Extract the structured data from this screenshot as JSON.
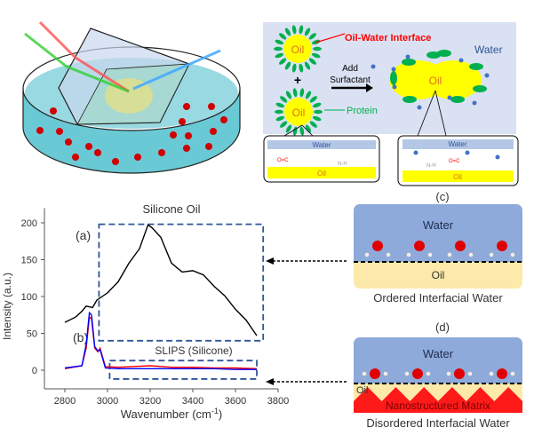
{
  "top_right": {
    "interface_label": "Oil-Water Interface",
    "water_label": "Water",
    "oil_label": "Oil",
    "plus": "+",
    "add_label": "Add",
    "surfactant_label": "Surfactant",
    "protein_label": "Protein",
    "inset_water": "Water",
    "inset_oil": "Oil",
    "nh": "N-H",
    "co": "O=C"
  },
  "panel_c": {
    "label": "(c)",
    "water": "Water",
    "oil": "Oil",
    "caption": "Ordered Interfacial Water"
  },
  "panel_d": {
    "label": "(d)",
    "water": "Water",
    "oil": "Oil",
    "matrix": "Nanostructured Matrix",
    "caption": "Disordered Interfacial Water"
  },
  "colors": {
    "water_bg": "#d9e1f2",
    "water_panel": "#8eaadb",
    "oil_yellow": "#ffff00",
    "oil_beige": "#fde9a9",
    "protein_green": "#00b050",
    "red": "#ff0000",
    "dash_blue": "#2f5597"
  },
  "chart_data": {
    "type": "line",
    "title": "Silicone Oil",
    "annotation_b": "SLIPS (Silicone)",
    "xlabel": "Wavenumber (cm",
    "xlabel_sup": "-1",
    "xlabel_end": ")",
    "ylabel": "Intensity (a.u.)",
    "xlim": [
      2700,
      3800
    ],
    "ylim": [
      -25,
      220
    ],
    "xticks": [
      "2800",
      "3000",
      "3200",
      "3400",
      "3600",
      "3800"
    ],
    "yticks": [
      "0",
      "50",
      "100",
      "150",
      "200"
    ],
    "series": [
      {
        "name": "(a)",
        "color": "#000000",
        "x": [
          2800,
          2850,
          2880,
          2900,
          2930,
          2950,
          3000,
          3050,
          3100,
          3150,
          3190,
          3210,
          3250,
          3300,
          3350,
          3400,
          3450,
          3500,
          3550,
          3600,
          3650,
          3700
        ],
        "y": [
          65,
          72,
          80,
          87,
          85,
          95,
          105,
          120,
          145,
          165,
          195,
          190,
          178,
          145,
          135,
          138,
          132,
          115,
          100,
          80,
          65,
          45
        ]
      },
      {
        "name": "(b) red",
        "color": "#ff0000",
        "x": [
          2800,
          2880,
          2900,
          2915,
          2925,
          2940,
          2955,
          2965,
          2975,
          2990,
          3050,
          3200,
          3300,
          3400,
          3500,
          3600,
          3700
        ],
        "y": [
          2,
          6,
          30,
          72,
          70,
          30,
          25,
          30,
          20,
          5,
          4,
          6,
          4,
          4,
          3,
          3,
          2
        ]
      },
      {
        "name": "(b) blue",
        "color": "#0000ff",
        "x": [
          2800,
          2880,
          2900,
          2915,
          2925,
          2940,
          2955,
          2965,
          2975,
          2990,
          3050,
          3200,
          3300,
          3400,
          3500,
          3600,
          3700
        ],
        "y": [
          3,
          6,
          35,
          78,
          75,
          32,
          26,
          28,
          18,
          3,
          2,
          2,
          2,
          2,
          2,
          1,
          1
        ]
      }
    ],
    "boxes": [
      {
        "name": "silicone-oil-box",
        "x": [
          2960,
          3730
        ],
        "y": [
          40,
          198
        ]
      },
      {
        "name": "slips-box",
        "x": [
          3010,
          3700
        ],
        "y": [
          -12,
          13
        ]
      }
    ]
  }
}
